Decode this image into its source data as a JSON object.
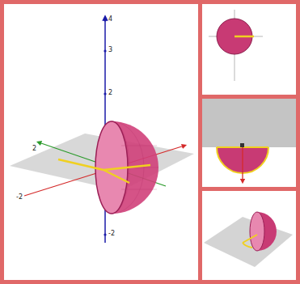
{
  "diagram": {
    "labels": [
      "4",
      "3",
      "2",
      "-2",
      "2",
      "-2"
    ]
  }
}
